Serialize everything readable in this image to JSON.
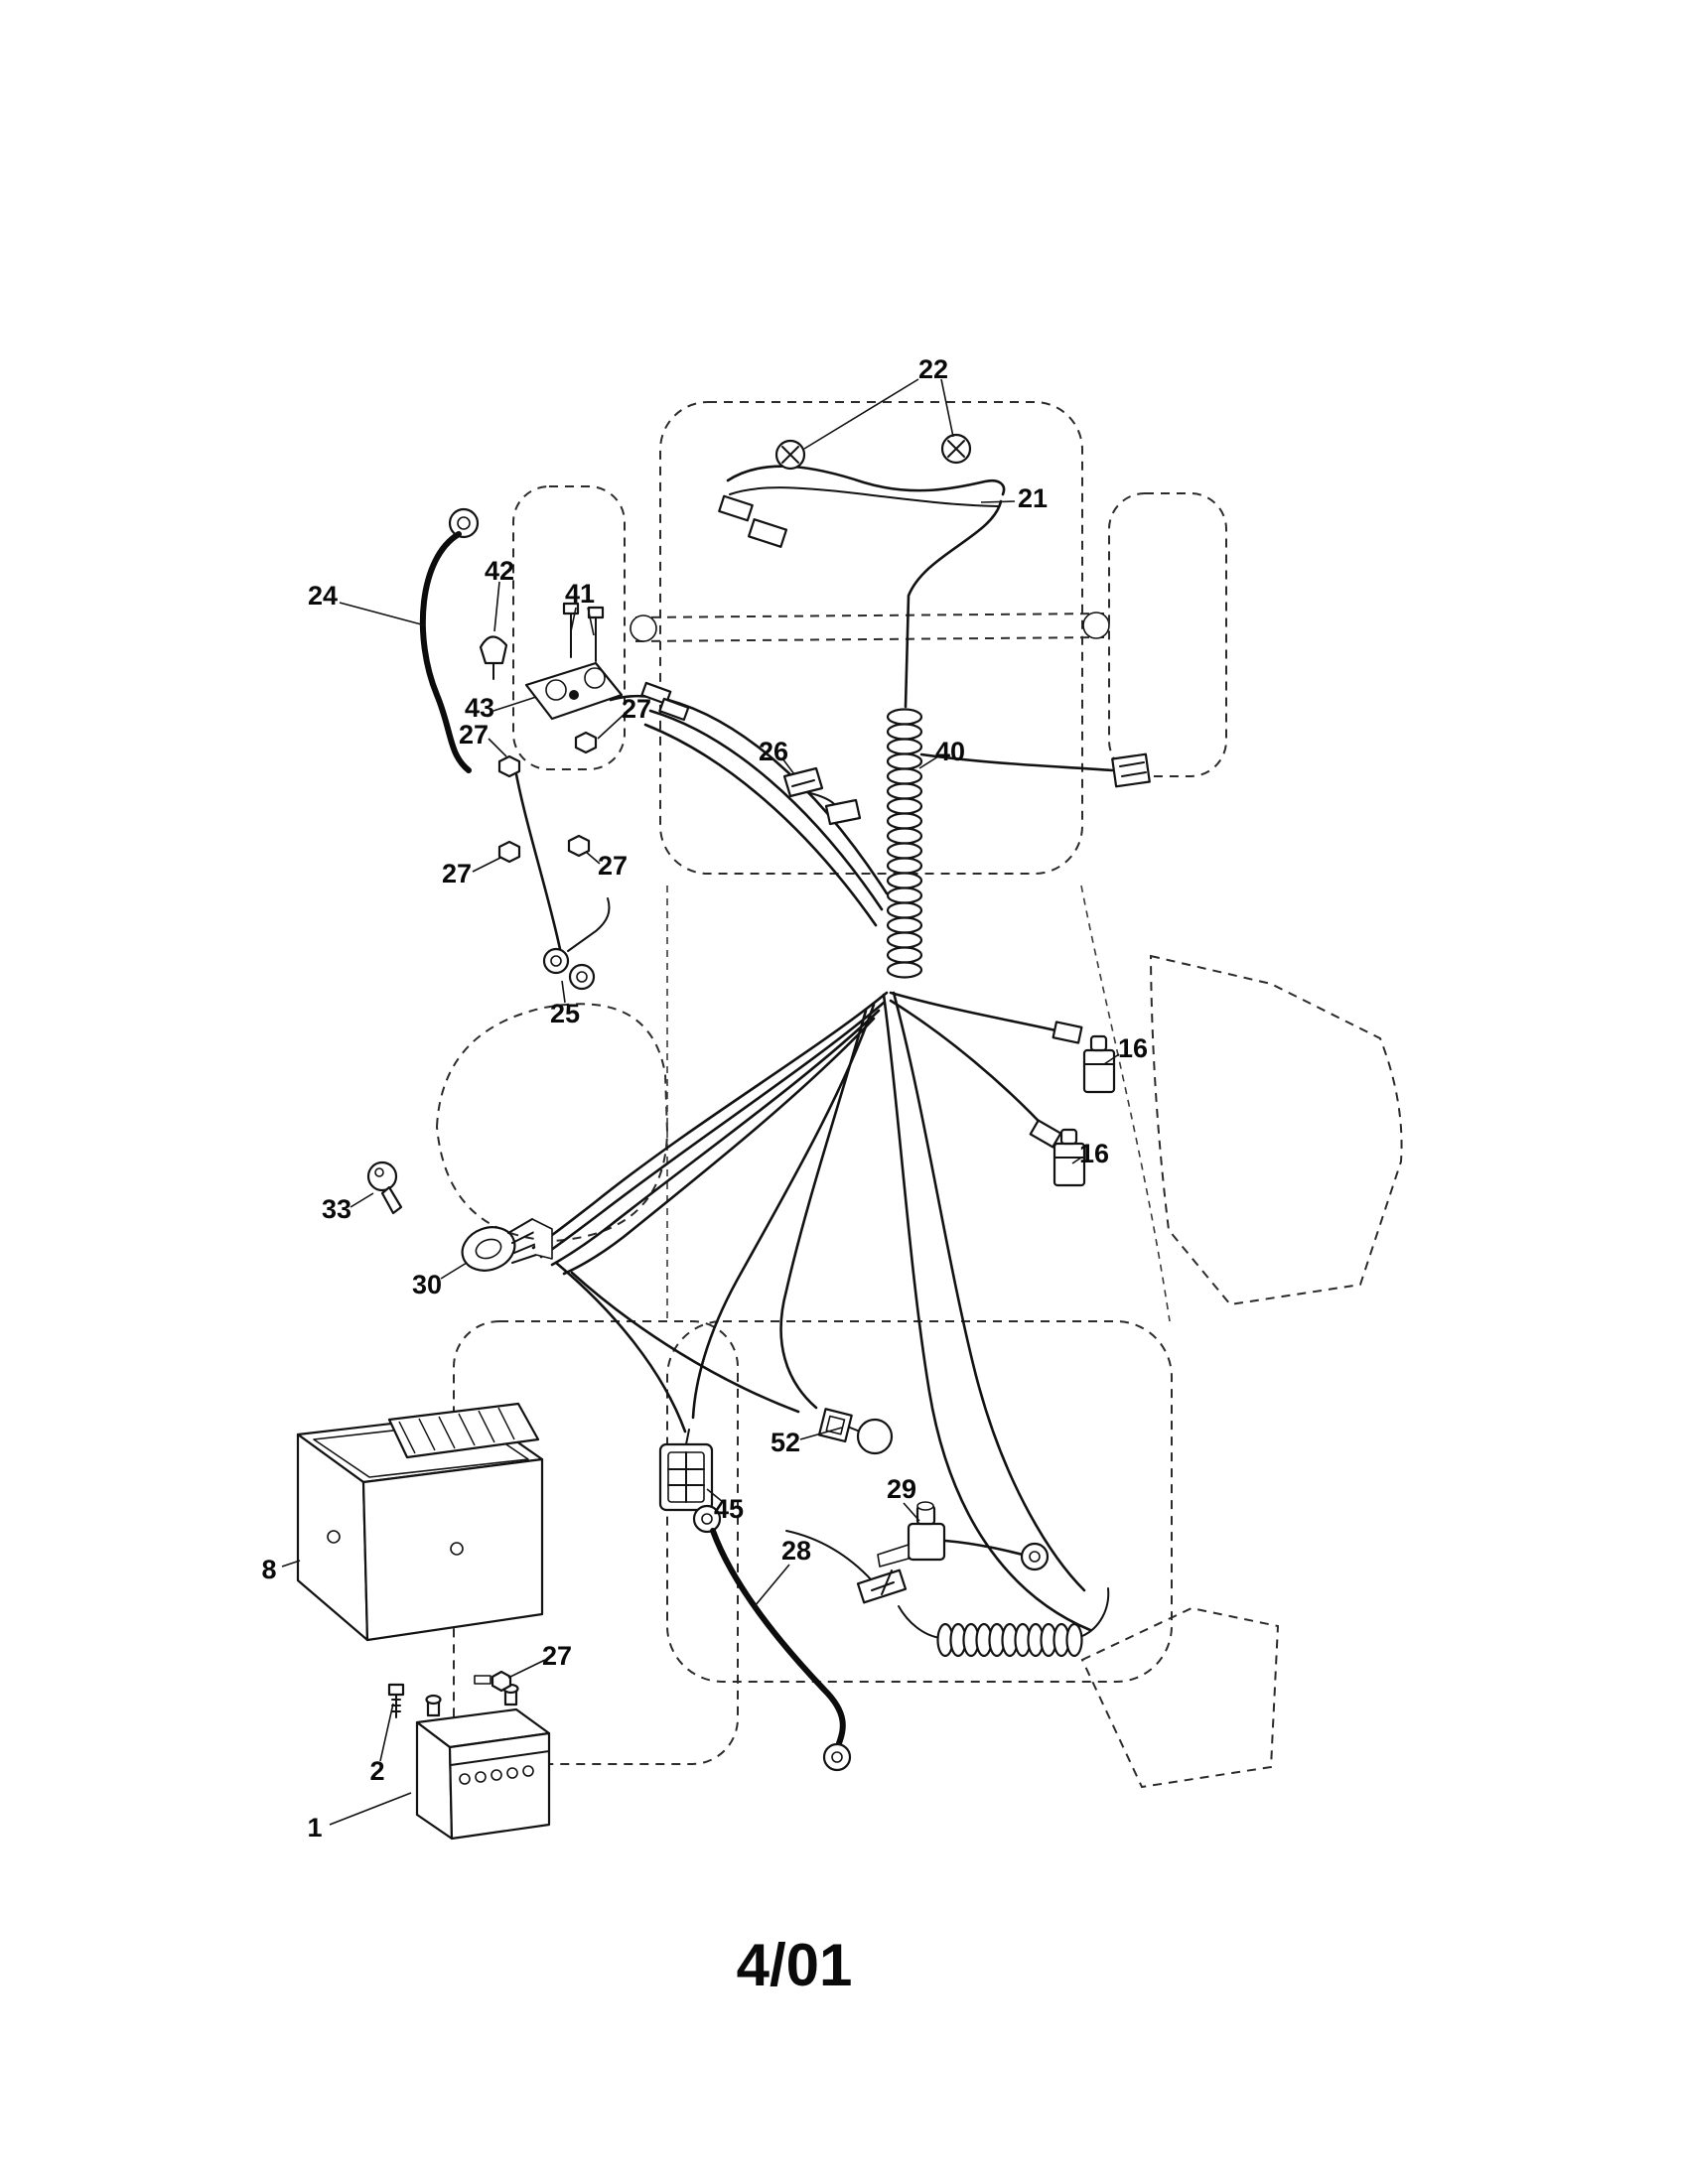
{
  "footer": {
    "date_code": "4/01"
  },
  "callouts": [
    {
      "label": "22"
    },
    {
      "label": "21"
    },
    {
      "label": "24"
    },
    {
      "label": "42"
    },
    {
      "label": "41"
    },
    {
      "label": "43"
    },
    {
      "label": "27"
    },
    {
      "label": "27"
    },
    {
      "label": "26"
    },
    {
      "label": "40"
    },
    {
      "label": "27"
    },
    {
      "label": "27"
    },
    {
      "label": "25"
    },
    {
      "label": "16"
    },
    {
      "label": "16"
    },
    {
      "label": "33"
    },
    {
      "label": "30"
    },
    {
      "label": "8"
    },
    {
      "label": "52"
    },
    {
      "label": "45"
    },
    {
      "label": "29"
    },
    {
      "label": "28"
    },
    {
      "label": "27"
    },
    {
      "label": "2"
    },
    {
      "label": "1"
    }
  ]
}
